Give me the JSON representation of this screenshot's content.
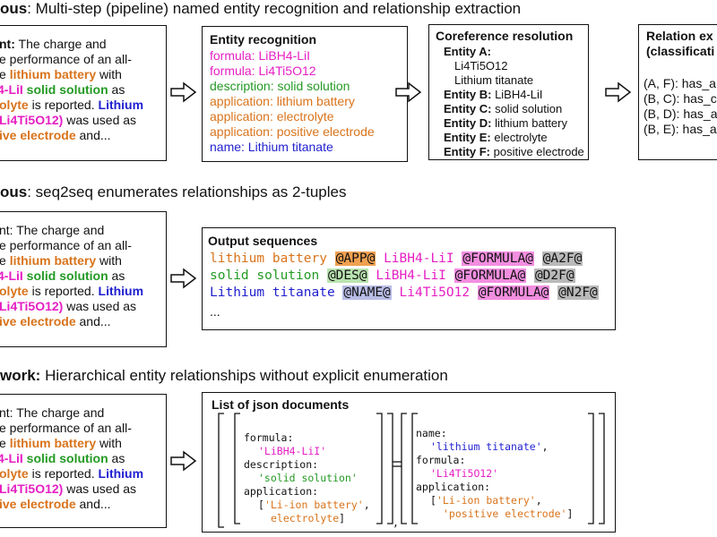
{
  "colors": {
    "orange": "#d9731b",
    "magenta": "#e61fc3",
    "green": "#249a24",
    "blue": "#1f1fd0",
    "tag_app": "#f0a050",
    "tag_formula": "#f28ee0",
    "tag_des": "#b9e3b0",
    "tag_name": "#b8bde6",
    "tag_dark": "#b9b9b9"
  },
  "row1": {
    "heading_bold": "ous",
    "heading_rest": ": Multi-step (pipeline) named entity recognition and relationship extraction",
    "input": {
      "label": "nt:",
      "l1": " The charge and",
      "l2": "e performance of an all-",
      "l3_pre": "e ",
      "l3_hl": "lithium battery",
      "l3_post": " with",
      "l4_a": "4-LiI",
      "l4_b": " solid solution",
      "l4_post": " as",
      "l5_a": "olyte",
      "l5_mid": " is reported. ",
      "l5_b": "Lithium",
      "l6_a": "Li4Ti5O12)",
      "l6_post": " was used as",
      "l7_a": "ive electrode",
      "l7_post": " and..."
    },
    "ner": {
      "title": "Entity recognition",
      "lines": [
        "formula: LiBH4-LiI",
        "formula: Li4Ti5O12",
        "description: solid solution",
        "application: lithium battery",
        "application: electrolyte",
        "application: positive electrode",
        "name: Lithium titanate"
      ]
    },
    "coref": {
      "title": "Coreference resolution",
      "a_label": "Entity A:",
      "a_sub1": "Li4Ti5O12",
      "a_sub2": "Lithium titanate",
      "b_label": "Entity B:",
      "b_val": " LiBH4-LiI",
      "c_label": "Entity C:",
      "c_val": " solid solution",
      "d_label": "Entity D:",
      "d_val": " lithium battery",
      "e_label": "Entity E:",
      "e_val": " electrolyte",
      "f_label": "Entity F:",
      "f_val": " positive electrode"
    },
    "relation": {
      "title1": "Relation ex",
      "title2": "(classificati",
      "lines": [
        "(A, F): has_a",
        "(B, C): has_c",
        "(B, D): has_a",
        "(B, E): has_a"
      ]
    }
  },
  "row2": {
    "heading_bold": "ous",
    "heading_rest": ": seq2seq enumerates relationships as 2-tuples",
    "input": {
      "l1": "nt: The charge and",
      "l2": "e performance of an all-",
      "l3_pre": "e ",
      "l3_hl": "lithium battery",
      "l3_post": " with",
      "l4_a": "4-LiI",
      "l4_b": " solid solution",
      "l4_post": " as",
      "l5_a": "olyte",
      "l5_mid": " is reported. ",
      "l5_b": "Lithium",
      "l6_a": "Li4Ti5O12)",
      "l6_post": " was used as",
      "l7_a": "ive electrode",
      "l7_post": " and..."
    },
    "output": {
      "title": "Output sequences",
      "s1_a": "lithium battery ",
      "s1_t1": "@APP@",
      "s1_b": " LiBH4-LiI ",
      "s1_t2": "@FORMULA@",
      "s1_t3": "@A2F@",
      "s2_a": "solid solution ",
      "s2_t1": "@DES@",
      "s2_b": " LiBH4-LiI ",
      "s2_t2": "@FORMULA@",
      "s2_t3": "@D2F@",
      "s3_a": "Lithium titanate ",
      "s3_t1": "@NAME@",
      "s3_b": " Li4Ti5O12 ",
      "s3_t2": "@FORMULA@",
      "s3_t3": "@N2F@",
      "ellipsis": "..."
    }
  },
  "row3": {
    "heading_bold": "work:",
    "heading_rest": " Hierarchical entity relationships without explicit enumeration",
    "input": {
      "l1": "nt: The charge and",
      "l2": "e performance of an all-",
      "l3_pre": "e ",
      "l3_hl": "lithium battery",
      "l3_post": " with",
      "l4_a": "4-LiI",
      "l4_b": " solid solution",
      "l4_post": " as",
      "l5_a": "olyte",
      "l5_mid": " is reported. ",
      "l5_b": "Lithium",
      "l6_a": "Li4Ti5O12)",
      "l6_post": " was used as",
      "l7_a": "ive electrode",
      "l7_post": " and..."
    },
    "json": {
      "title": "List of json documents",
      "d1_k1": "formula:",
      "d1_v1": "'LiBH4-LiI'",
      "d1_k2": "description:",
      "d1_v2": "'solid solution'",
      "d1_k3": "application:",
      "d1_v3a": "'Li-ion battery'",
      "d1_v3b": "electrolyte",
      "d2_k1": "name:",
      "d2_v1": "'lithium titanate'",
      "d2_k2": "formula:",
      "d2_v2": "'Li4Ti5O12'",
      "d2_k3": "application:",
      "d2_v3a": "'Li-ion battery'",
      "d2_v3b": "'positive electrode'"
    }
  }
}
